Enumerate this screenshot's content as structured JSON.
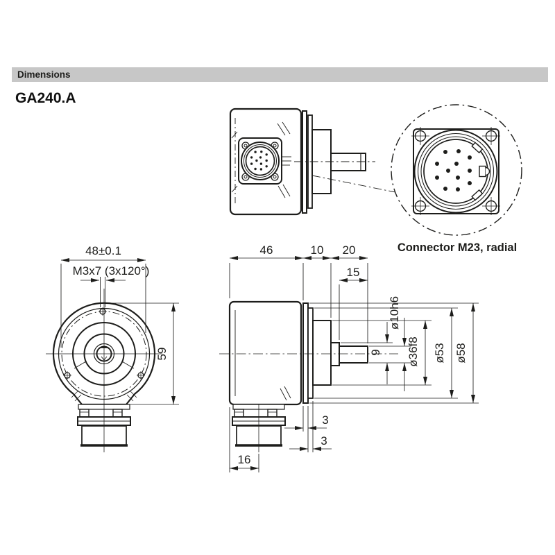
{
  "header": {
    "section_title": "Dimensions",
    "model": "GA240.A",
    "bar_color": "#c7c7c7"
  },
  "drawing": {
    "line_color": "#1d1d1b",
    "connector": {
      "label": "Connector M23, radial",
      "pin_count": 12
    },
    "dimensions": {
      "front_width": "48±0.1",
      "mounting": "M3x7 (3x120°)",
      "height": "59",
      "body_length": "46",
      "flange_width": "10",
      "shaft_length": "20",
      "shaft_free": "15",
      "shaft_step": "9",
      "d_shaft": "ø10h6",
      "d_collar": "ø36f8",
      "d_flange_inner": "ø53",
      "d_flange_outer": "ø58",
      "plate1": "3",
      "plate2": "3",
      "connector_offset": "16"
    }
  }
}
